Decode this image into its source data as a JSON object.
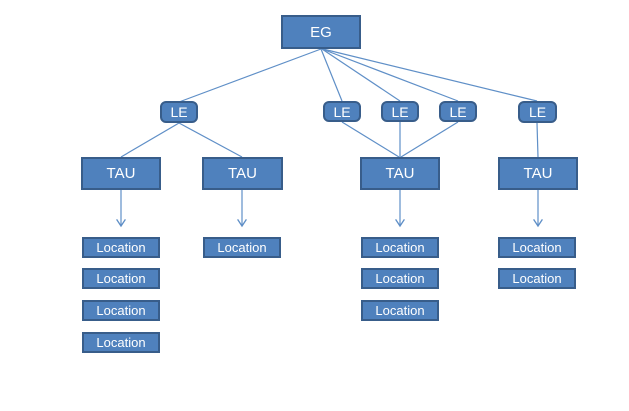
{
  "diagram": {
    "root": {
      "label": "EG"
    },
    "le_nodes": [
      {
        "label": "LE"
      },
      {
        "label": "LE"
      },
      {
        "label": "LE"
      },
      {
        "label": "LE"
      },
      {
        "label": "LE"
      }
    ],
    "tau_nodes": [
      {
        "label": "TAU"
      },
      {
        "label": "TAU"
      },
      {
        "label": "TAU"
      },
      {
        "label": "TAU"
      }
    ],
    "location_columns": [
      {
        "items": [
          "Location",
          "Location",
          "Location",
          "Location"
        ]
      },
      {
        "items": [
          "Location"
        ]
      },
      {
        "items": [
          "Location",
          "Location",
          "Location"
        ]
      },
      {
        "items": [
          "Location",
          "Location"
        ]
      }
    ],
    "colors": {
      "node_fill": "#4f81bd",
      "node_border": "#385d8a",
      "connector": "#5f8fc7",
      "text": "#ffffff",
      "background": "#ffffff"
    }
  }
}
